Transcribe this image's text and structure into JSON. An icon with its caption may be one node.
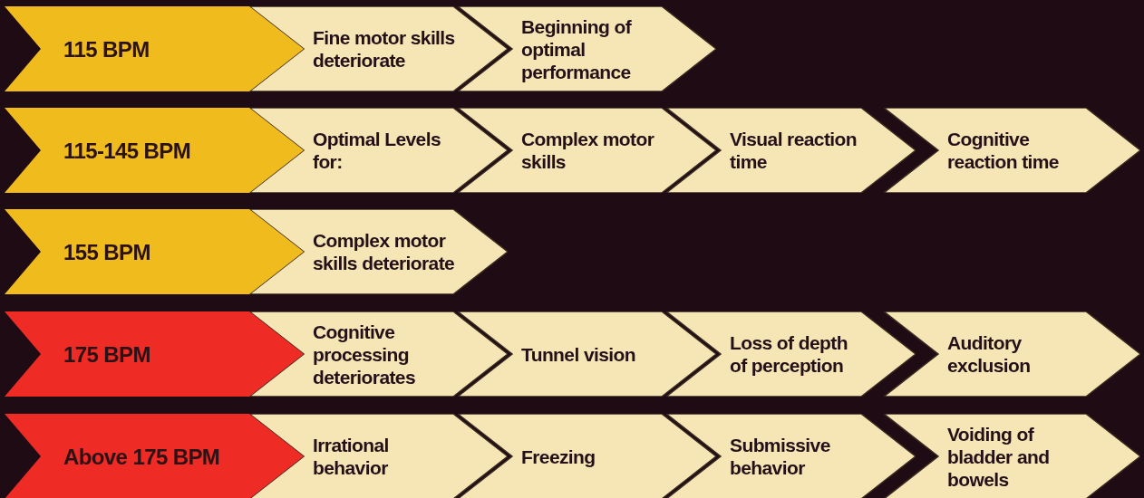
{
  "diagram": {
    "nodes": [
      {
        "text": [
          "115 BPM"
        ]
      },
      {
        "text": [
          "Fine motor skills deteriorate"
        ]
      },
      {
        "text": [
          "Beginning of optimal performance"
        ]
      },
      {
        "text": [
          "115-145  BPM"
        ]
      },
      {
        "text": [
          "Optimal Levels for:"
        ]
      },
      {
        "text": [
          "Complex motor skills"
        ]
      },
      {
        "text": [
          "Visual reaction time"
        ]
      },
      {
        "text": [
          "Cognitive reaction time"
        ]
      },
      {
        "text": [
          "155 BPM"
        ]
      },
      {
        "text": [
          "Complex motor skills deteriorate"
        ]
      },
      {
        "text": [
          "175 BPM"
        ]
      },
      {
        "text": [
          "Cognitive processing deteriorates"
        ]
      },
      {
        "text": [
          "Tunnel vision"
        ]
      },
      {
        "text": [
          "Loss of depth of perception"
        ]
      },
      {
        "text": [
          "Auditory exclusion"
        ]
      },
      {
        "text": [
          "Above 175 BPM"
        ]
      },
      {
        "text": [
          "Irrational behavior"
        ]
      },
      {
        "text": [
          "Freezing"
        ]
      },
      {
        "text": [
          "Submissive behavior"
        ]
      },
      {
        "text": [
          "Voiding of bladder and bowels"
        ]
      }
    ]
  }
}
